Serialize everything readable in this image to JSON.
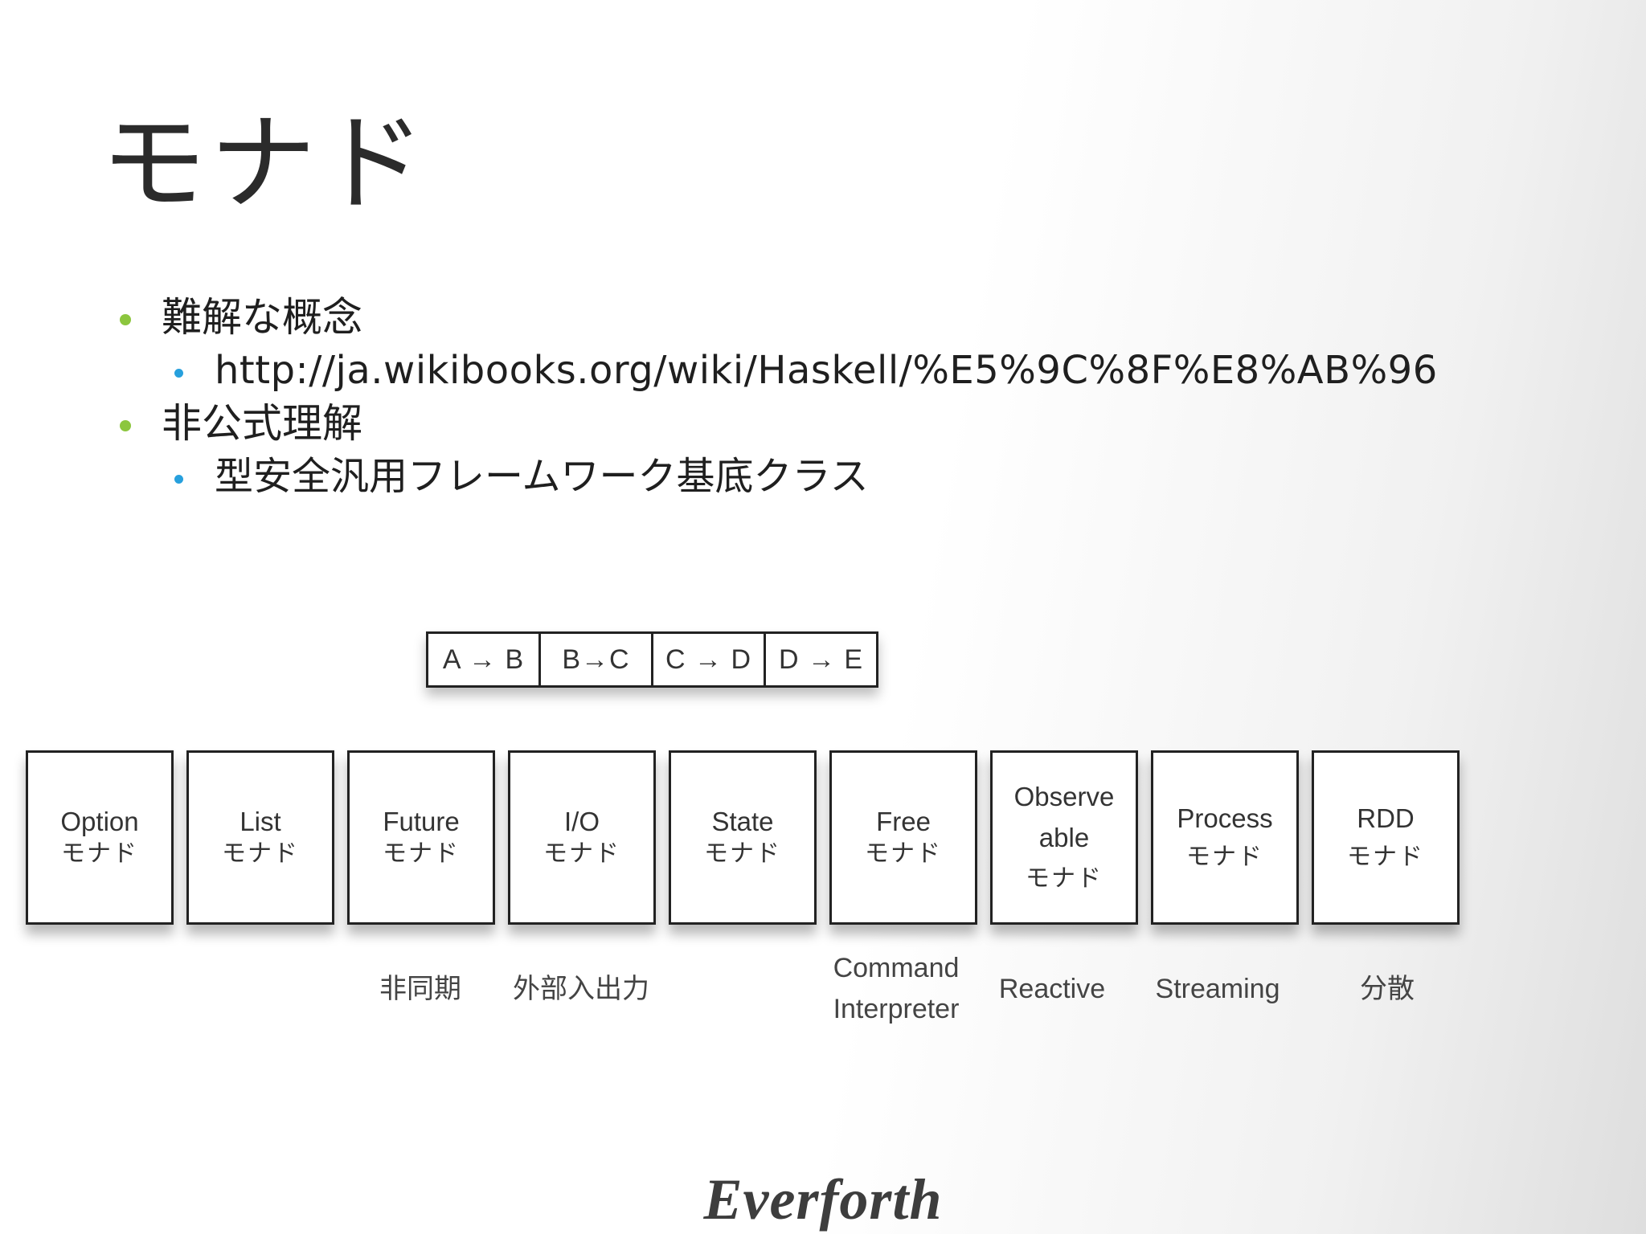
{
  "title": "モナド",
  "bullets": [
    {
      "text": "難解な概念",
      "sub": [
        "http://ja.wikibooks.org/wiki/Haskell/%E5%9C%8F%E8%AB%96"
      ]
    },
    {
      "text": "非公式理解",
      "sub": [
        "型安全汎用フレームワーク基底クラス"
      ]
    }
  ],
  "arrows": [
    "A → B",
    "B→C",
    "C → D",
    "D → E"
  ],
  "monads": [
    {
      "name": "Option",
      "kana": "モナド"
    },
    {
      "name": "List",
      "kana": "モナド"
    },
    {
      "name": "Future",
      "kana": "モナド"
    },
    {
      "name": "I/O",
      "kana": "モナド"
    },
    {
      "name": "State",
      "kana": "モナド"
    },
    {
      "name": "Free",
      "kana": "モナド"
    },
    {
      "name_line1": "Observe",
      "name_line2": "able",
      "kana": "モナド"
    },
    {
      "name": "Process",
      "kana": "モナド"
    },
    {
      "name": "RDD",
      "kana": "モナド"
    }
  ],
  "captions": {
    "future": "非同期",
    "io": "外部入出力",
    "free_line1": "Command",
    "free_line2": "Interpreter",
    "observable": "Reactive",
    "process": "Streaming",
    "rdd": "分散"
  },
  "logo": "Everforth"
}
